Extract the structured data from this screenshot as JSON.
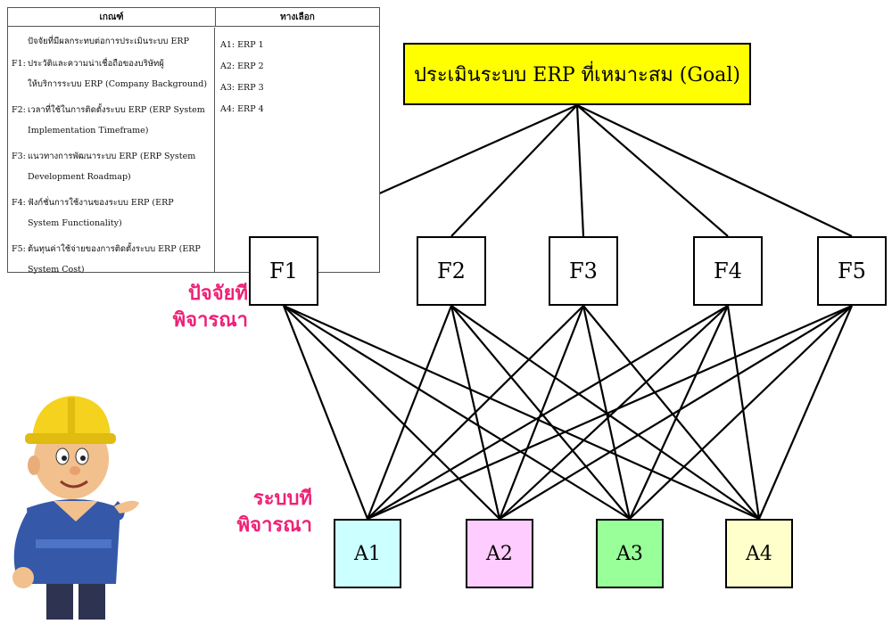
{
  "criteria_table": {
    "header_criteria": "เกณฑ์",
    "header_alternatives": "ทางเลือก",
    "intro": "ปัจจัยที่มีผลกระทบต่อการประเมินระบบ ERP",
    "criteria": [
      {
        "num": "F1:",
        "line1": "ประวัติและความน่าเชื่อถือของบริษัทผู้",
        "line2": "ให้บริการระบบ ERP (Company Background)"
      },
      {
        "num": "F2:",
        "line1": "เวลาที่ใช้ในการติดตั้งระบบ ERP (ERP System",
        "line2": "Implementation Timeframe)"
      },
      {
        "num": "F3:",
        "line1": "แนวทางการพัฒนาระบบ ERP (ERP System",
        "line2": "Development Roadmap)"
      },
      {
        "num": "F4:",
        "line1": "ฟังก์ชั่นการใช้งานของระบบ ERP (ERP",
        "line2": "System Functionality)"
      },
      {
        "num": "F5:",
        "line1": "ต้นทุนค่าใช้จ่ายของการติดตั้งระบบ ERP (ERP",
        "line2": "System Cost)"
      }
    ],
    "alternatives": [
      "A1: ERP 1",
      "A2: ERP 2",
      "A3: ERP 3",
      "A4: ERP 4"
    ]
  },
  "goal": {
    "label": "ประเมินระบบ ERP ที่เหมาะสม (Goal)",
    "color": "#ffff00"
  },
  "factors": [
    "F1",
    "F2",
    "F3",
    "F4",
    "F5"
  ],
  "alternatives": [
    {
      "label": "A1",
      "color": "#ccffff"
    },
    {
      "label": "A2",
      "color": "#ffccff"
    },
    {
      "label": "A3",
      "color": "#99ff99"
    },
    {
      "label": "A4",
      "color": "#ffffcc"
    }
  ],
  "labels": {
    "factors_line1": "ปัจจัยที",
    "factors_line2": "พิจารณา",
    "systems_line1": "ระบบที",
    "systems_line2": "พิจารณา",
    "accent_color": "#ee2277"
  },
  "illustration": {
    "icon": "construction-worker-icon"
  }
}
